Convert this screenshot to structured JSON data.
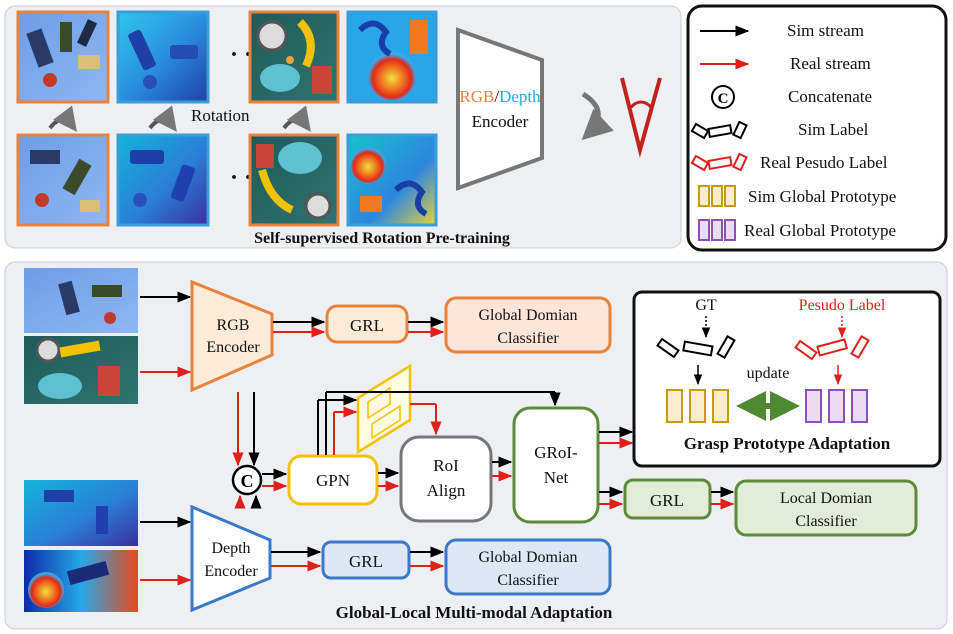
{
  "top_panel": {
    "title": "Self-supervised Rotation Pre-training",
    "rotation_label": "Rotation",
    "ellipsis": "· ·",
    "encoder": {
      "rgb": "RGB",
      "slash": "/",
      "depth": "Depth",
      "label": "Encoder"
    }
  },
  "legend": {
    "sim_stream": "Sim stream",
    "real_stream": "Real stream",
    "concat_symbol": "C",
    "concatenate": "Concatenate",
    "sim_label": "Sim Label",
    "real_pseudo_label": "Real Pesudo Label",
    "sim_global_prototype": "Sim Global Prototype",
    "real_global_prototype": "Real Global Prototype"
  },
  "bottom_panel": {
    "title": "Global-Local Multi-modal Adaptation",
    "rgb_encoder": {
      "line1": "RGB",
      "line2": "Encoder"
    },
    "depth_encoder": {
      "line1": "Depth",
      "line2": "Encoder"
    },
    "grl": "GRL",
    "global_domain_classifier": {
      "line1": "Global Domian",
      "line2": "Classifier"
    },
    "local_domain_classifier": {
      "line1": "Local Domian",
      "line2": "Classifier"
    },
    "concat_symbol": "C",
    "gpn": "GPN",
    "roi_align": {
      "line1": "RoI",
      "line2": "Align"
    },
    "groi_net": {
      "line1": "GRoI-",
      "line2": "Net"
    },
    "gpa": {
      "gt": "GT",
      "pseudo_label": "Pesudo Label",
      "update": "update",
      "title": "Grasp Prototype Adaptation"
    }
  },
  "colors": {
    "sim": "#000000",
    "real": "#e0201b",
    "rgb_orange": "#e8823c",
    "depth_blue": "#3a78c9",
    "gpn_yellow": "#f2c200",
    "green": "#5a8a3a",
    "purple": "#8e4fb8",
    "proto_gold": "#c49a16",
    "panel_bg": "#eeeff3"
  }
}
